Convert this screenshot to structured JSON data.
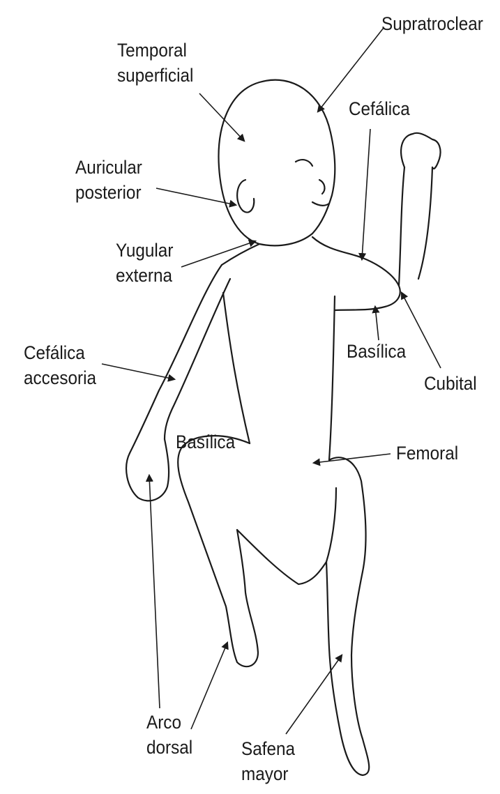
{
  "diagram": {
    "colors": {
      "line": "#1a1a1a",
      "background": "#ffffff"
    },
    "labels": {
      "supratroclear": "Supratroclear",
      "temporal_1": "Temporal",
      "temporal_2": "superficial",
      "cefalica_arm": "Cefálica",
      "auricular_1": "Auricular",
      "auricular_2": "posterior",
      "yugular_1": "Yugular",
      "yugular_2": "externa",
      "cefalica_acc_1": "Cefálica",
      "cefalica_acc_2": "accesoria",
      "basilica_right": "Basílica",
      "cubital": "Cubital",
      "basilica_left": "Basílica",
      "femoral": "Femoral",
      "arco_1": "Arco",
      "arco_2": "dorsal",
      "safena_1": "Safena",
      "safena_2": "mayor"
    }
  }
}
